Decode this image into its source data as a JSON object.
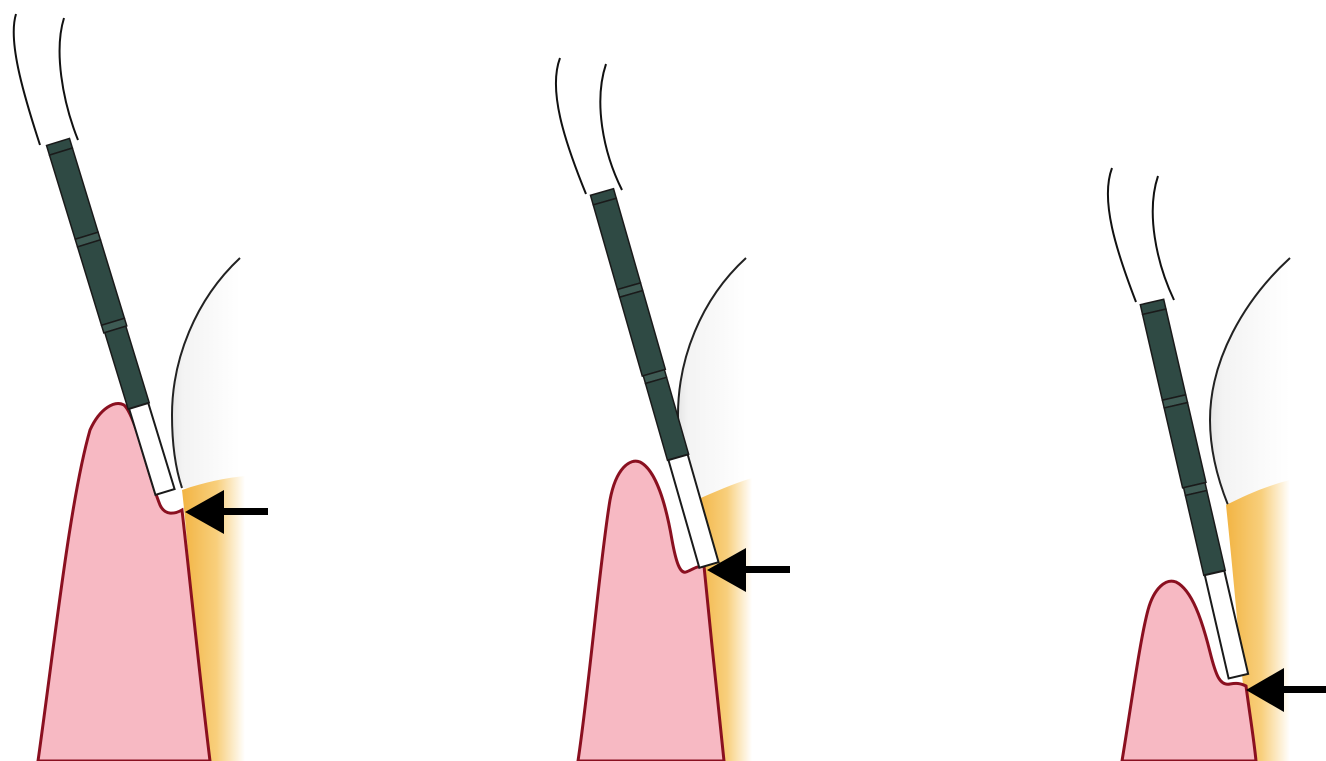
{
  "figure": {
    "panels": [
      {
        "id": "panel-1",
        "probe_depth": "shallow"
      },
      {
        "id": "panel-2",
        "probe_depth": "moderate"
      },
      {
        "id": "panel-3",
        "probe_depth": "deep"
      }
    ]
  },
  "colors": {
    "gingiva_fill": "#f7b9c3",
    "gingiva_outline": "#8a1020",
    "root_fill": "#f6c56a",
    "root_highlight": "#fbe6b8",
    "probe_band": "#2f4a44",
    "probe_outline": "#1a1a1a",
    "arrow": "#000000"
  },
  "icons": {
    "arrow": "left-arrow-icon",
    "probe": "periodontal-probe-icon"
  }
}
